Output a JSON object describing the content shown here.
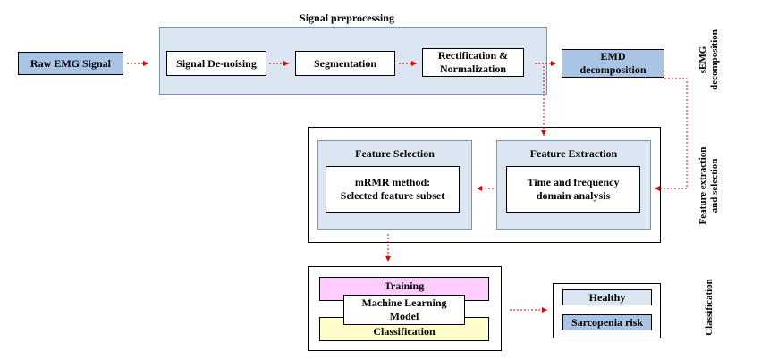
{
  "title": "Signal preprocessing",
  "nodes": {
    "raw_emg": "Raw EMG Signal",
    "denoising": "Signal De-noising",
    "segmentation": "Segmentation",
    "rectification_line1": "Rectification &",
    "rectification_line2": "Normalization",
    "emd_line1": "EMD",
    "emd_line2": "decomposition",
    "feature_extraction_title": "Feature Extraction",
    "feature_extraction_line1": "Time and frequency",
    "feature_extraction_line2": "domain analysis",
    "feature_selection_title": "Feature Selection",
    "feature_selection_line1": "mRMR method:",
    "feature_selection_line2": "Selected feature subset",
    "training": "Training",
    "ml_line1": "Machine Learning",
    "ml_line2": "Model",
    "classification": "Classification",
    "healthy": "Healthy",
    "sarcopenia": "Sarcopenia risk"
  },
  "side_labels": {
    "semg_line1": "sEMG",
    "semg_line2": "decomposition",
    "fes_line1": "Feature extraction",
    "fes_line2": "and  selection",
    "classification": "Classification"
  },
  "colors": {
    "dark_node": "#a9c4e4",
    "light_panel": "#dce6f2",
    "training": "#ffccff",
    "classification": "#ffffcc",
    "arrow": "#e00000"
  }
}
